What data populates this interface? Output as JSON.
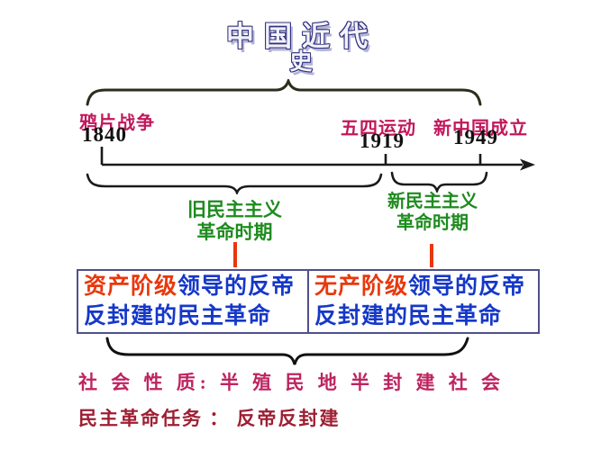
{
  "title": {
    "line1": "中国近代",
    "line2": "史"
  },
  "timeline": {
    "events": [
      {
        "label": "鸦片战争",
        "year": "1840"
      },
      {
        "label": "五四运动",
        "year": "1919"
      },
      {
        "label": "新中国成立",
        "year": "1949"
      }
    ]
  },
  "periods": [
    {
      "line1": "旧民主主义",
      "line2": "革命时期"
    },
    {
      "line1": "新民主主义",
      "line2": "革命时期"
    }
  ],
  "boxes": [
    {
      "highlight": "资产阶级",
      "rest": "领导的反帝",
      "line2": "反封建的民主革命"
    },
    {
      "highlight": "无产阶级",
      "rest": "领导的反帝",
      "line2": "反封建的民主革命"
    }
  ],
  "footer": {
    "society_nature": "社 会 性 质: 半 殖 民 地 半 封 建 社 会",
    "revolution_task": "民主革命任务 ：  反帝反封建"
  },
  "colors": {
    "event_label": "#C2185B",
    "year": "#111111",
    "period_green": "#1E8B1E",
    "highlight_red": "#E8380D",
    "box_blue": "#1538C8",
    "box_border": "#50508E",
    "society_line": "#BE2460",
    "task_line": "#9E1E33",
    "title_outline": "#32327E",
    "brace": "#222218"
  }
}
